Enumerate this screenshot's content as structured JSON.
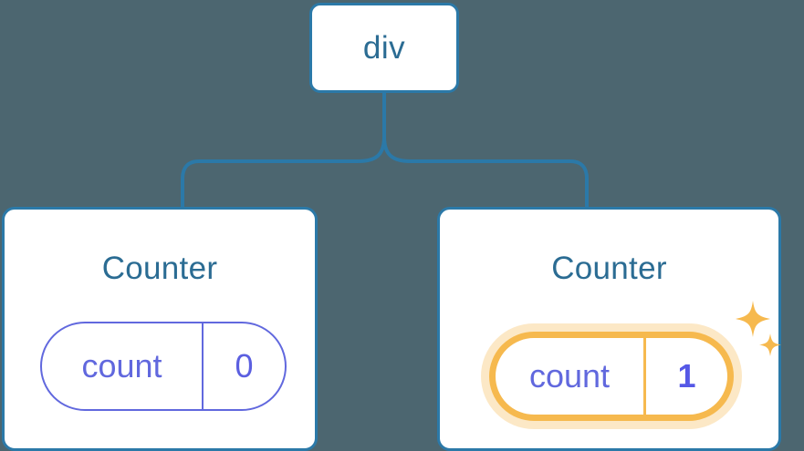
{
  "diagram": {
    "title": "react-component-tree-state-update",
    "background_color": "#4c6670",
    "node_border_color": "#2b79a8",
    "node_text_color": "#2b6c93",
    "state_color": "#6168de",
    "highlight_color": "#f6b94e",
    "highlight_glow_color": "#fbdfae"
  },
  "root": {
    "label": "div"
  },
  "children": [
    {
      "title": "Counter",
      "state": {
        "key": "count",
        "value": "0"
      },
      "highlighted": "false",
      "sparkles": "false"
    },
    {
      "title": "Counter",
      "state": {
        "key": "count",
        "value": "1"
      },
      "highlighted": "true",
      "sparkles": "true",
      "sparkle_icons": [
        "sparkle-large-icon",
        "sparkle-small-icon"
      ]
    }
  ],
  "edges": [
    {
      "from": "div",
      "to": "Counter (left)"
    },
    {
      "from": "div",
      "to": "Counter (right)"
    }
  ]
}
